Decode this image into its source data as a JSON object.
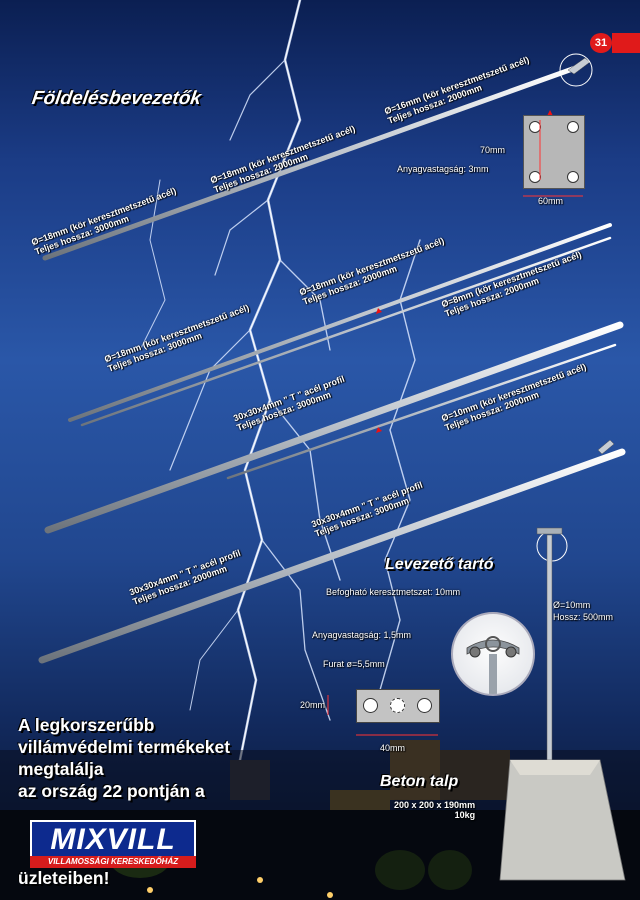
{
  "page": {
    "number": "31",
    "title": "Földelésbevezetők"
  },
  "rods": [
    {
      "line1": "Ø=18mm (kör keresztmetszetű acél)",
      "line2": "Teljes hossza: 3000mm"
    },
    {
      "line1": "Ø=18mm (kör keresztmetszetű acél)",
      "line2": "Teljes hossza: 2000mm"
    },
    {
      "line1": "Ø=16mm (kör keresztmetszetű acél)",
      "line2": "Teljes hossza: 2000mm"
    },
    {
      "line1": "Ø=18mm (kör keresztmetszetű acél)",
      "line2": "Teljes hossza: 3000mm"
    },
    {
      "line1": "Ø=18mm (kör keresztmetszetű acél)",
      "line2": "Teljes hossza: 2000mm"
    },
    {
      "line1": "Ø=8mm (kör keresztmetszetű acél)",
      "line2": "Teljes hossza: 2000mm"
    },
    {
      "line1": "30x30x4mm \" T \" acél profil",
      "line2": "Teljes hossza: 3000mm"
    },
    {
      "line1": "Ø=10mm (kör keresztmetszetű acél)",
      "line2": "Teljes hossza: 2000mm"
    },
    {
      "line1": "30x30x4mm \" T \" acél profil",
      "line2": "Teljes hossza: 3000mm"
    },
    {
      "line1": "30x30x4mm \" T \" acél profil",
      "line2": "Teljes hossza: 2000mm"
    }
  ],
  "plate": {
    "height": "70mm",
    "thickness": "Anyagvastagság: 3mm",
    "width": "60mm"
  },
  "holder": {
    "title": "Levezető tartó",
    "cross_section": "Befogható keresztmetszet: 10mm",
    "thickness": "Anyagvastagság: 1,5mm",
    "bore": "Furat ø=5,5mm",
    "height": "20mm",
    "width": "40mm",
    "rod_diameter": "Ø=10mm",
    "rod_length": "Hossz: 500mm"
  },
  "base": {
    "title": "Beton talp",
    "dims": "200 x 200 x 190mm",
    "weight": "10kg"
  },
  "promo": {
    "lines": [
      "A legkorszerűbb",
      "villámvédelmi termékeket",
      "megtalálja",
      "az ország 22 pontján a"
    ],
    "brand": "MIXVILL",
    "brand_sub": "VILLAMOSSÁGI KERESKEDŐHÁZ",
    "closing": "üzleteiben!"
  }
}
